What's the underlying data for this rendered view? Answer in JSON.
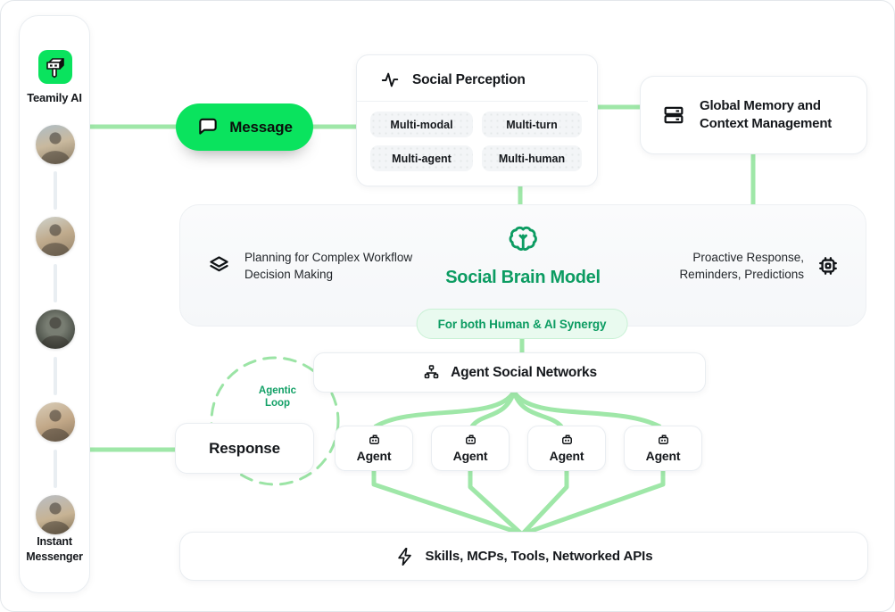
{
  "colors": {
    "brand_green": "#0ae35e",
    "line_green": "#9fe7a8",
    "text_green": "#0c9c62",
    "badge_bg": "#e9faef",
    "chip_bg": "#f3f5f7"
  },
  "icons": {
    "logo": "teamily-robot-cube",
    "message": "chat-bubble",
    "social_perception": "activity-pulse",
    "global_memory": "memory-stack",
    "planning": "layers",
    "brain": "brain",
    "proactive": "cpu-chip",
    "agent_networks": "org-hierarchy",
    "agent": "robot-head",
    "skills": "lightning-bolt"
  },
  "sidebar": {
    "app_name": "Teamily AI",
    "footer_line1": "Instant",
    "footer_line2": "Messenger",
    "avatars": [
      {
        "alt": "team member 1"
      },
      {
        "alt": "team member 2"
      },
      {
        "alt": "team member 3"
      },
      {
        "alt": "team member 4"
      },
      {
        "alt": "team member 5"
      }
    ]
  },
  "flow": {
    "message_label": "Message",
    "response_label": "Response"
  },
  "social_perception": {
    "title": "Social Perception",
    "tags": [
      "Multi-modal",
      "Multi-turn",
      "Multi-agent",
      "Multi-human"
    ]
  },
  "global_memory": {
    "line1": "Global Memory and",
    "line2": "Context Management"
  },
  "brain_box": {
    "planning_line1": "Planning for Complex Workflow",
    "planning_line2": "Decision Making",
    "title": "Social Brain Model",
    "proactive_line1": "Proactive Response,",
    "proactive_line2": "Reminders, Predictions",
    "badge": "For both Human & AI Synergy"
  },
  "agent_networks": {
    "title": "Agent Social Networks"
  },
  "agentic_loop": {
    "line1": "Agentic",
    "line2": "Loop"
  },
  "agents": [
    {
      "label": "Agent"
    },
    {
      "label": "Agent"
    },
    {
      "label": "Agent"
    },
    {
      "label": "Agent"
    }
  ],
  "skills": {
    "title": "Skills, MCPs, Tools, Networked APIs"
  }
}
